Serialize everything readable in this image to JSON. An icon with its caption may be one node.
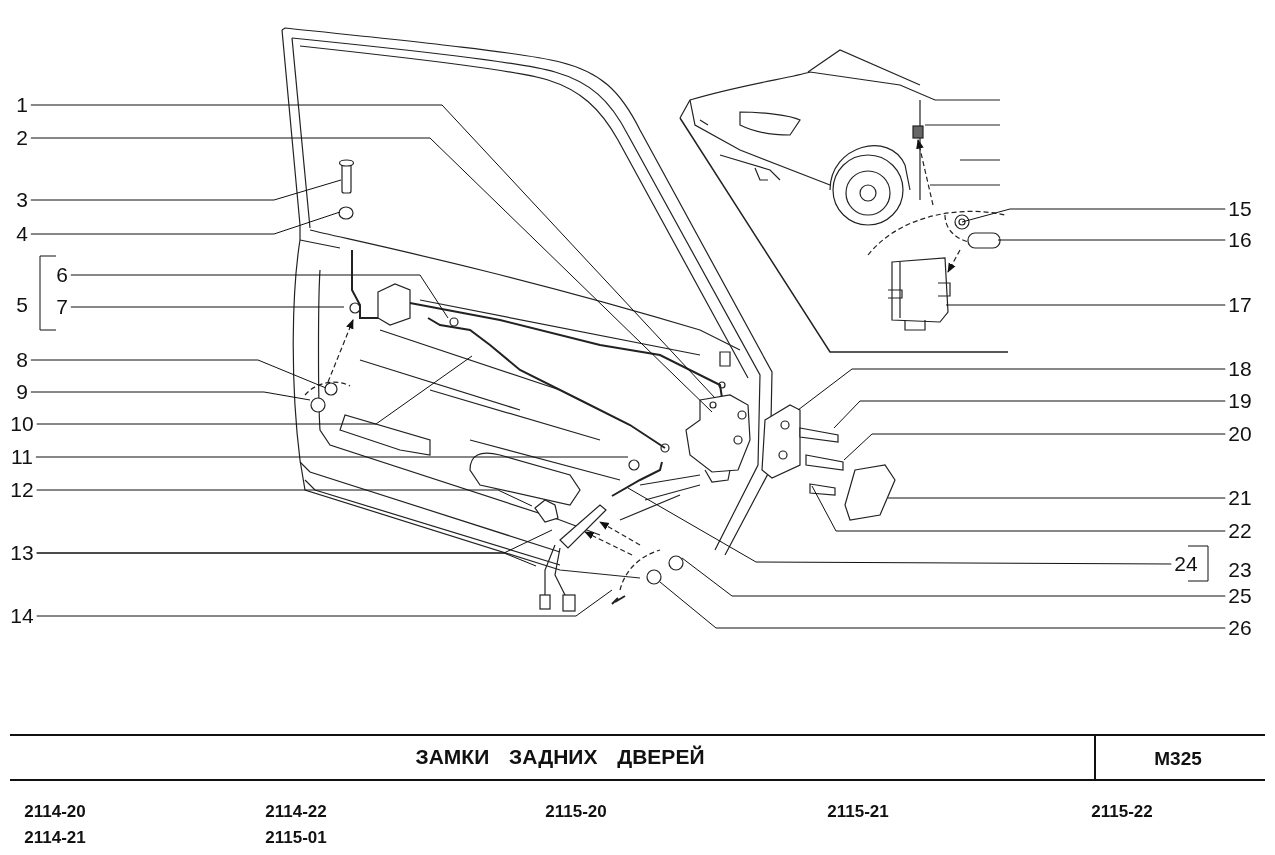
{
  "diagram": {
    "title": "ЗАМКИ ЗАДНИХ ДВЕРЕЙ",
    "nodes": [
      {
        "text": [
          "1"
        ]
      },
      {
        "text": [
          "2"
        ]
      },
      {
        "text": [
          "3"
        ]
      },
      {
        "text": [
          "4"
        ]
      },
      {
        "text": [
          "6"
        ]
      },
      {
        "text": [
          "7"
        ]
      },
      {
        "text": [
          "8"
        ]
      },
      {
        "text": [
          "9"
        ]
      },
      {
        "text": [
          "10"
        ]
      },
      {
        "text": [
          "11"
        ]
      },
      {
        "text": [
          "12"
        ]
      },
      {
        "text": [
          "13"
        ]
      },
      {
        "text": [
          "14"
        ]
      },
      {
        "text": [
          "15"
        ]
      },
      {
        "text": [
          "16"
        ]
      },
      {
        "text": [
          "17"
        ]
      },
      {
        "text": [
          "18"
        ]
      },
      {
        "text": [
          "19"
        ]
      },
      {
        "text": [
          "20"
        ]
      },
      {
        "text": [
          "21"
        ]
      },
      {
        "text": [
          "22"
        ]
      },
      {
        "text": [
          "24"
        ]
      },
      {
        "text": [
          "25"
        ]
      },
      {
        "text": [
          "26"
        ]
      }
    ],
    "edges": [
      {
        "from": 0,
        "to": null,
        "arrow": "none"
      },
      {
        "from": 1,
        "to": null,
        "arrow": "none"
      },
      {
        "from": 2,
        "to": null,
        "arrow": "none"
      },
      {
        "from": 3,
        "to": null,
        "arrow": "none"
      },
      {
        "from": 4,
        "to": null,
        "arrow": "none"
      },
      {
        "from": 5,
        "to": null,
        "arrow": "none"
      },
      {
        "from": 6,
        "to": null,
        "arrow": "none"
      },
      {
        "from": 7,
        "to": null,
        "arrow": "none"
      },
      {
        "from": 8,
        "to": null,
        "arrow": "none"
      },
      {
        "from": 9,
        "to": null,
        "arrow": "none"
      },
      {
        "from": 10,
        "to": null,
        "arrow": "none"
      },
      {
        "from": 11,
        "to": null,
        "arrow": "none"
      },
      {
        "from": 11,
        "to": null,
        "arrow": "none"
      },
      {
        "from": 12,
        "to": null,
        "arrow": "none"
      },
      {
        "from": 13,
        "to": null,
        "arrow": "none"
      },
      {
        "from": 14,
        "to": null,
        "arrow": "none"
      },
      {
        "from": 15,
        "to": null,
        "arrow": "none"
      },
      {
        "from": 16,
        "to": null,
        "arrow": "none"
      },
      {
        "from": 17,
        "to": null,
        "arrow": "none"
      },
      {
        "from": 18,
        "to": null,
        "arrow": "none"
      },
      {
        "from": 19,
        "to": null,
        "arrow": "none"
      },
      {
        "from": 20,
        "to": null,
        "arrow": "none"
      },
      {
        "from": 21,
        "to": null,
        "arrow": "none"
      },
      {
        "from": 22,
        "to": null,
        "arrow": "none"
      },
      {
        "from": 23,
        "to": null,
        "arrow": "none"
      }
    ],
    "labels": [
      "5",
      "23",
      "M325",
      "2114-20",
      "2114-22",
      "2115-20",
      "2115-21",
      "2115-22",
      "2114-21",
      "2115-01"
    ]
  }
}
